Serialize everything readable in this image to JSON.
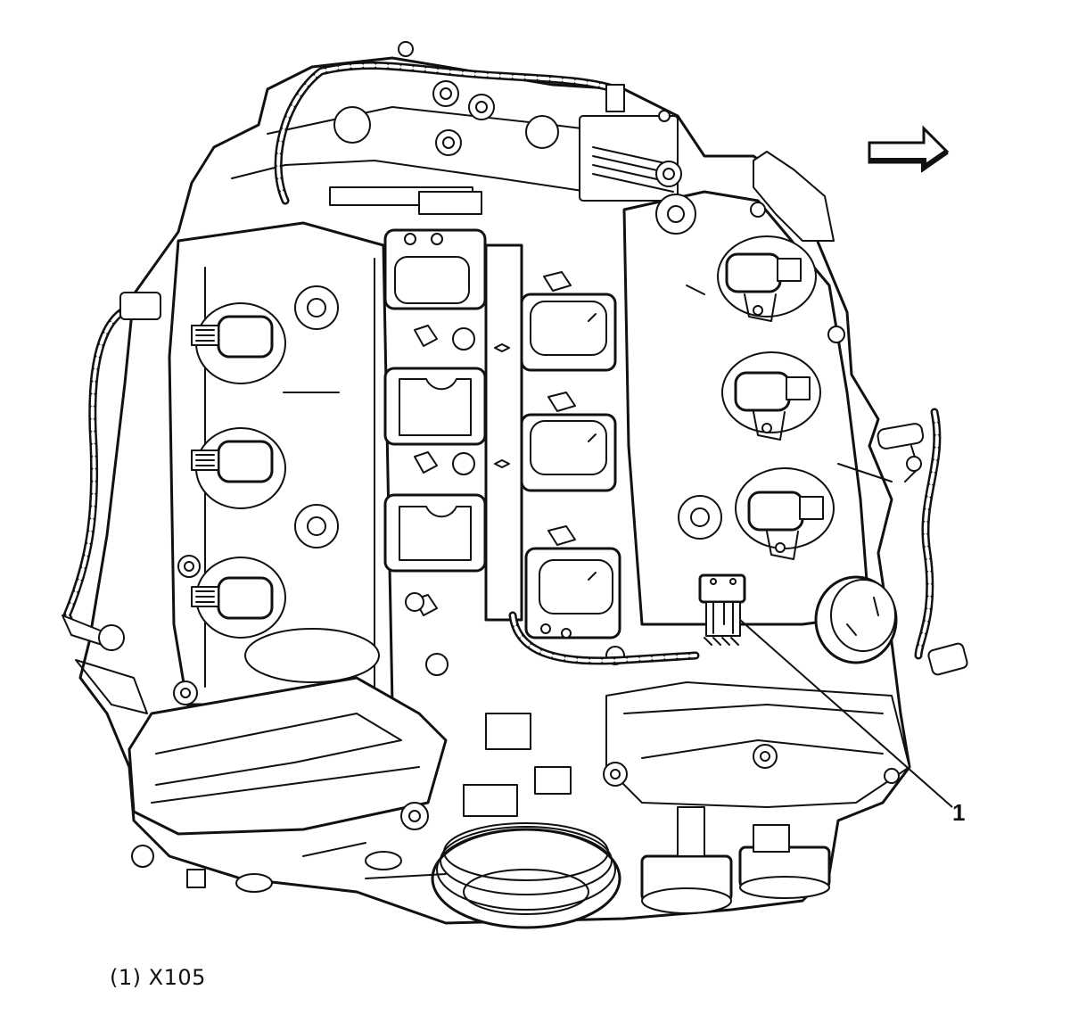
{
  "diagram": {
    "subject": "V6 engine assembly, top view (line drawing)",
    "direction_arrow": {
      "icon": "right-arrow-icon",
      "direction": "right"
    },
    "callouts": [
      {
        "number": "1",
        "target": "X105 connector"
      }
    ],
    "callout_label": "1",
    "legend": [
      {
        "key": "(1)",
        "value": "X105"
      }
    ]
  }
}
